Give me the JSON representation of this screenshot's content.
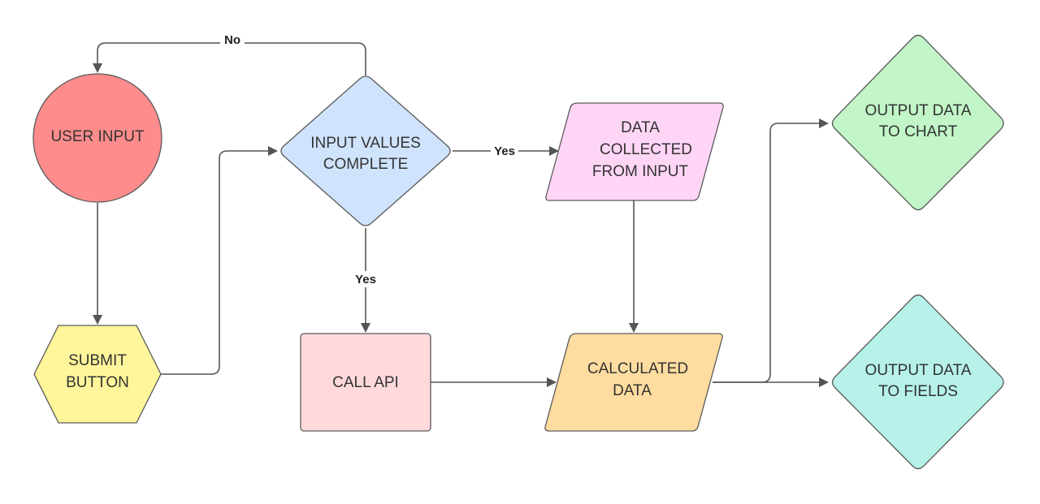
{
  "nodes": {
    "user_input": {
      "lines": [
        "USER INPUT"
      ],
      "color": "#ff8c8c"
    },
    "submit_button": {
      "lines": [
        "SUBMIT",
        "BUTTON"
      ],
      "color": "#fff59a"
    },
    "input_values_complete": {
      "lines": [
        "INPUT VALUES",
        "COMPLETE"
      ],
      "color": "#cfe3fc"
    },
    "call_api": {
      "lines": [
        "CALL API"
      ],
      "color": "#ffd9dc"
    },
    "data_collected": {
      "lines": [
        "DATA",
        "COLLECTED",
        "FROM INPUT"
      ],
      "color": "#ffd5f6"
    },
    "calculated_data": {
      "lines": [
        "CALCULATED",
        "DATA"
      ],
      "color": "#ffdc9f"
    },
    "output_chart": {
      "lines": [
        "OUTPUT DATA",
        "TO CHART"
      ],
      "color": "#c2f5c7"
    },
    "output_fields": {
      "lines": [
        "OUTPUT DATA",
        "TO FIELDS"
      ],
      "color": "#b6f2e9"
    }
  },
  "edge_labels": {
    "no": "No",
    "yes_right": "Yes",
    "yes_down": "Yes"
  },
  "colors": {
    "stroke": "#5a5a5a",
    "edge": "#555555",
    "text": "#333333"
  }
}
